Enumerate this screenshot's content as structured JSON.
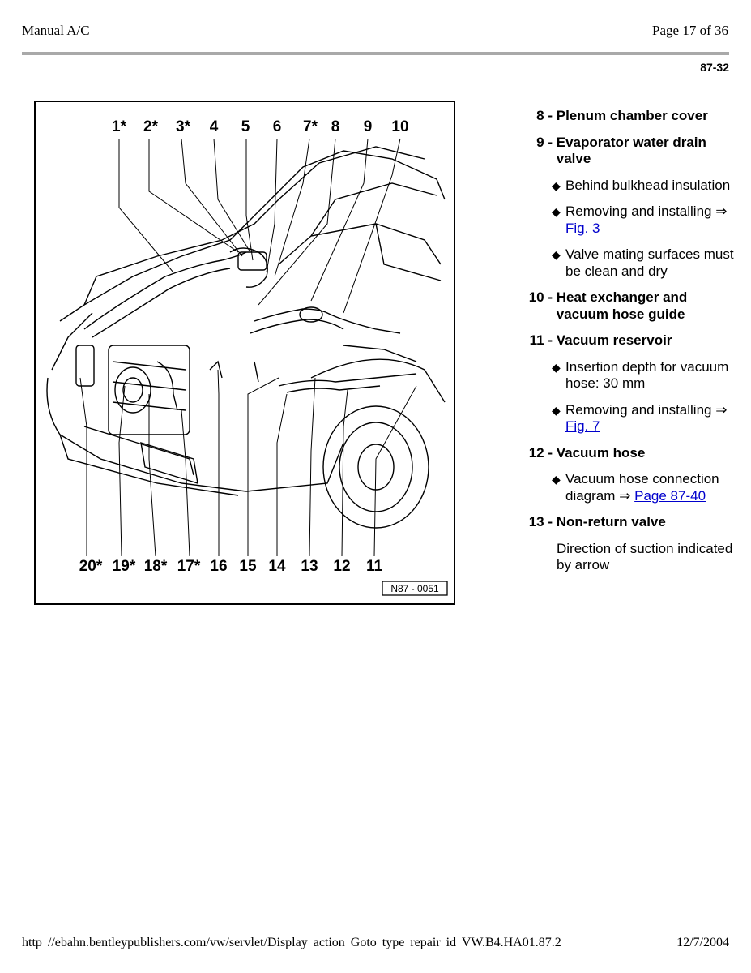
{
  "header": {
    "title": "Manual A/C",
    "page": "Page 17 of 36",
    "code": "87-32"
  },
  "figure": {
    "top_labels": [
      "1*",
      "2*",
      "3*",
      "4",
      "5",
      "6",
      "7*",
      "8",
      "9",
      "10"
    ],
    "bottom_labels": [
      "20*",
      "19*",
      "18*",
      "17*",
      "16",
      "15",
      "14",
      "13",
      "12",
      "11"
    ],
    "ref": "N87 - 0051"
  },
  "legend": {
    "i8": {
      "num": "8 -",
      "text": "Plenum chamber cover"
    },
    "i9": {
      "num": "9 -",
      "text": "Evaporator water drain valve",
      "b1": "Behind bulkhead insulation",
      "b2_text": "Removing and installing ⇒",
      "b2_link": "Fig. 3",
      "b3": "Valve mating surfaces must be clean and dry"
    },
    "i10": {
      "num": "10 -",
      "text": "Heat exchanger and vacuum hose guide"
    },
    "i11": {
      "num": "11 -",
      "text": "Vacuum reservoir",
      "b1": "Insertion depth for vacuum hose: 30 mm",
      "b2_text": "Removing and installing ⇒",
      "b2_link": "Fig. 7"
    },
    "i12": {
      "num": "12 -",
      "text": "Vacuum hose",
      "b1_text": "Vacuum hose connection diagram ⇒",
      "b1_link": "Page 87-40"
    },
    "i13": {
      "num": "13 -",
      "text": "Non-return valve",
      "note": "Direction of suction indicated by arrow"
    }
  },
  "footer": {
    "url": "http //ebahn.bentleypublishers.com/vw/servlet/Display action Goto type repair id VW.B4.HA01.87.2",
    "date": "12/7/2004"
  }
}
